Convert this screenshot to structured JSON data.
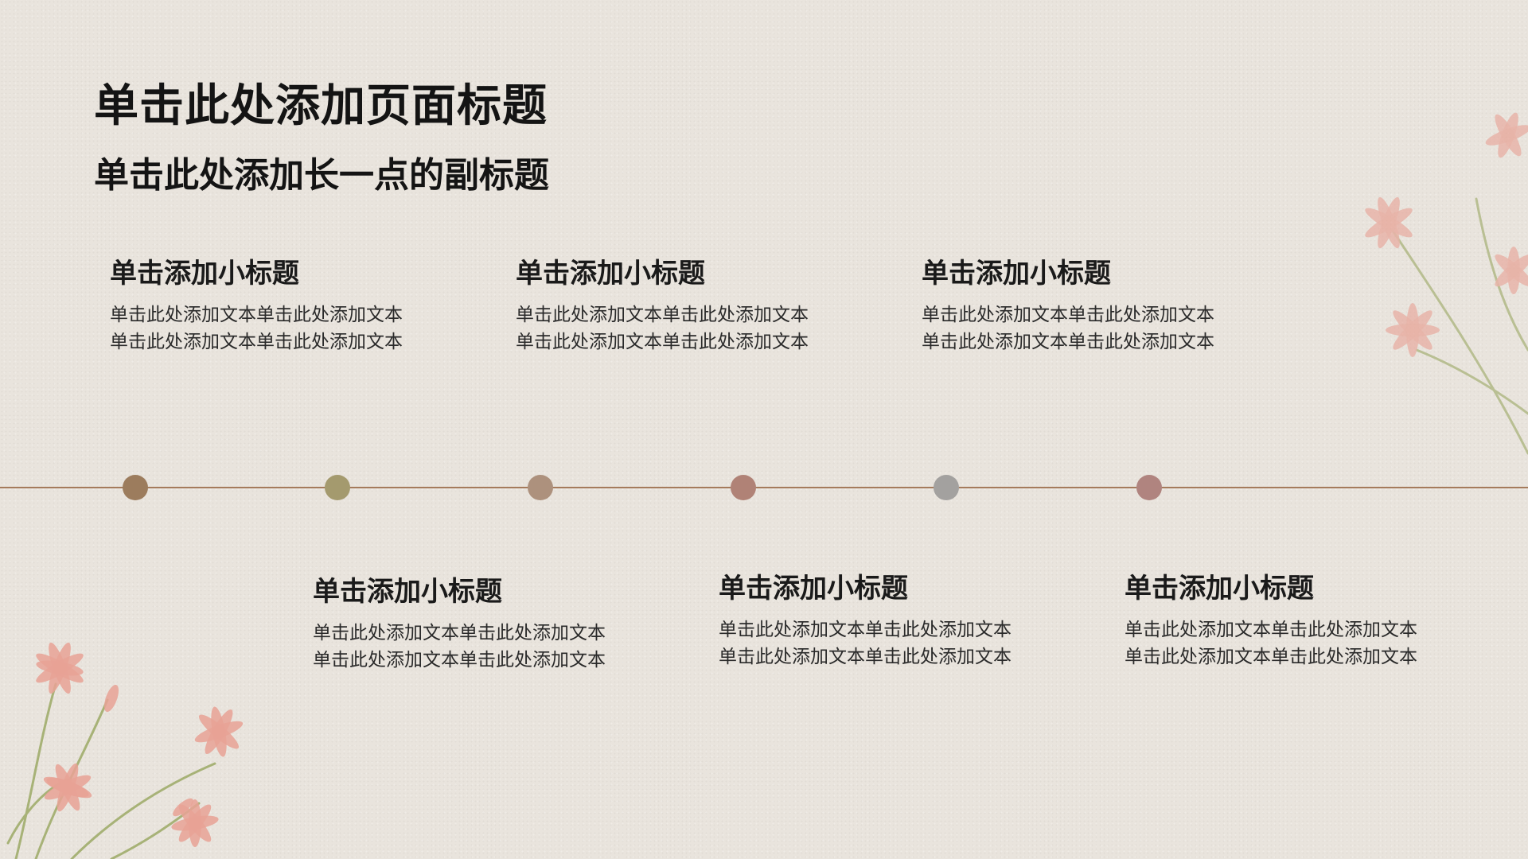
{
  "header": {
    "title": "单击此处添加页面标题",
    "subtitle": "单击此处添加长一点的副标题"
  },
  "timeline": {
    "line_color": "#a57b5c",
    "dot_colors": [
      "#9c7c5d",
      "#a49a6e",
      "#ad917d",
      "#b08276",
      "#a3a19f",
      "#b0847f"
    ]
  },
  "blocks": [
    {
      "heading": "单击添加小标题",
      "lines": [
        "单击此处添加文本单击此处添加文本",
        "单击此处添加文本单击此处添加文本"
      ]
    },
    {
      "heading": "单击添加小标题",
      "lines": [
        "单击此处添加文本单击此处添加文本",
        "单击此处添加文本单击此处添加文本"
      ]
    },
    {
      "heading": "单击添加小标题",
      "lines": [
        "单击此处添加文本单击此处添加文本",
        "单击此处添加文本单击此处添加文本"
      ]
    },
    {
      "heading": "单击添加小标题",
      "lines": [
        "单击此处添加文本单击此处添加文本",
        "单击此处添加文本单击此处添加文本"
      ]
    },
    {
      "heading": "单击添加小标题",
      "lines": [
        "单击此处添加文本单击此处添加文本",
        "单击此处添加文本单击此处添加文本"
      ]
    },
    {
      "heading": "单击添加小标题",
      "lines": [
        "单击此处添加文本单击此处添加文本",
        "单击此处添加文本单击此处添加文本"
      ]
    }
  ],
  "decorations": {
    "flower_icon": "pink-wildflower-icon",
    "petal_color": "#e7a295",
    "stem_color": "#a7b277"
  }
}
